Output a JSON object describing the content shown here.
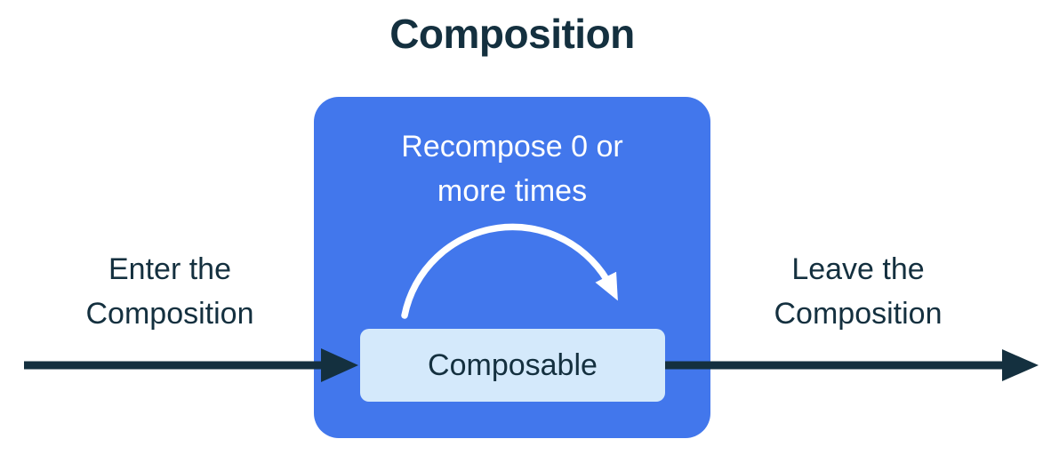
{
  "title": "Composition",
  "composition": {
    "recompose_label": "Recompose 0 or\nmore times",
    "composable_label": "Composable"
  },
  "enter_label": "Enter the\nComposition",
  "leave_label": "Leave the\nComposition",
  "colors": {
    "navy": "#14303F",
    "blue": "#4277EC",
    "light_blue": "#D4E9FB",
    "white": "#FFFFFF"
  }
}
